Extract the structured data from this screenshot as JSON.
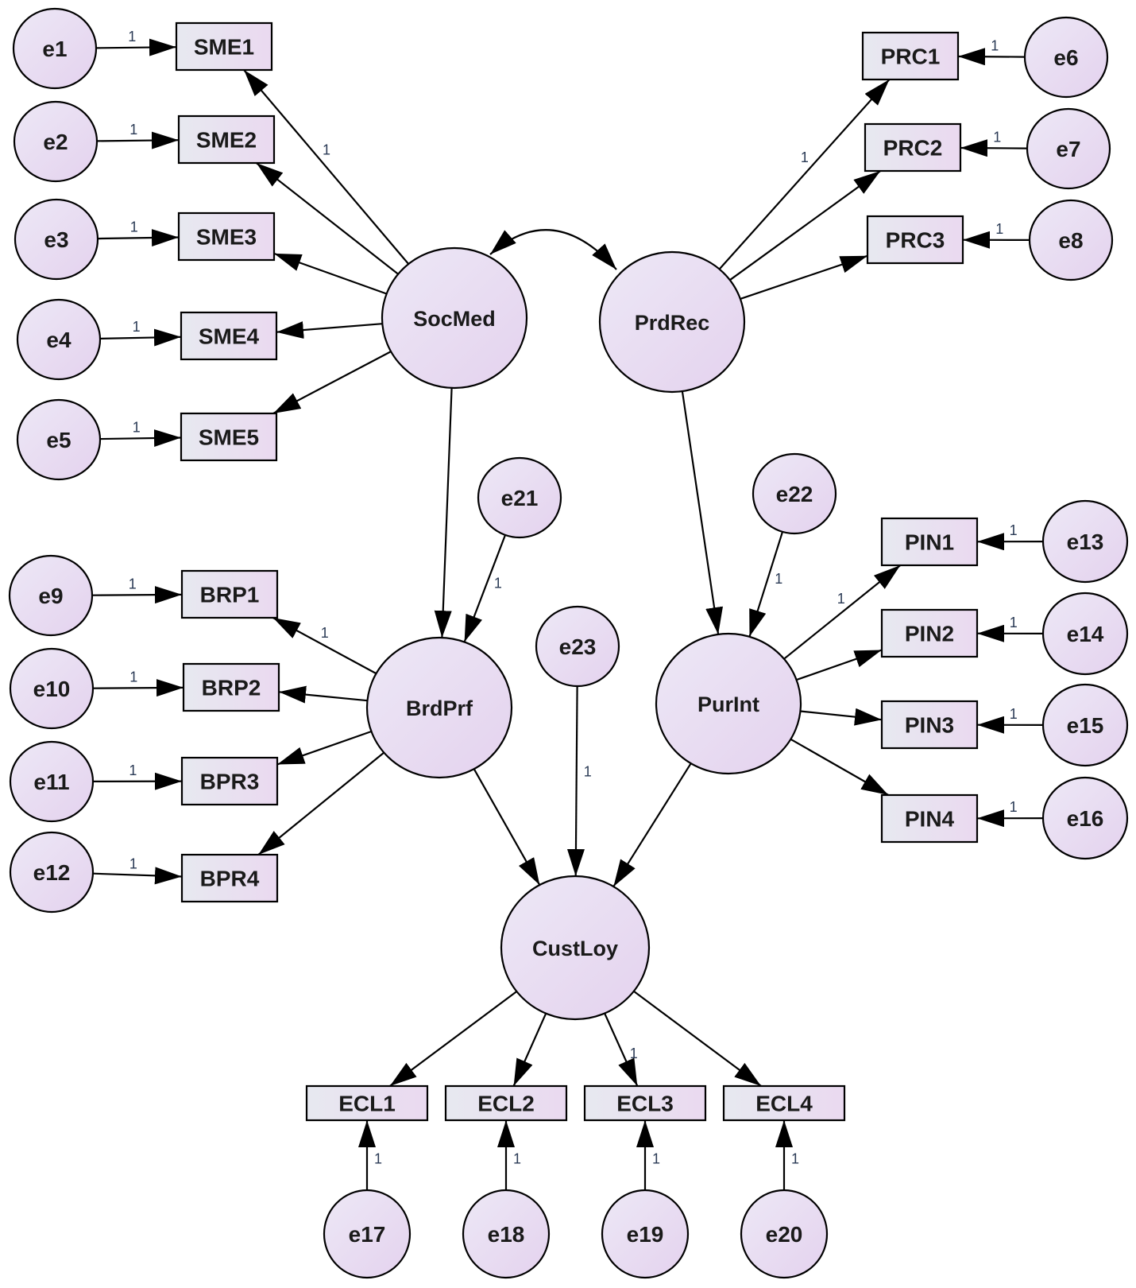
{
  "diagram": {
    "latents": [
      {
        "id": "SocMed",
        "label": "SocMed"
      },
      {
        "id": "PrdRec",
        "label": "PrdRec"
      },
      {
        "id": "BrdPrf",
        "label": "BrdPrf"
      },
      {
        "id": "PurInt",
        "label": "PurInt"
      },
      {
        "id": "CustLoy",
        "label": "CustLoy"
      }
    ],
    "observed": [
      {
        "id": "SME1",
        "label": "SME1"
      },
      {
        "id": "SME2",
        "label": "SME2"
      },
      {
        "id": "SME3",
        "label": "SME3"
      },
      {
        "id": "SME4",
        "label": "SME4"
      },
      {
        "id": "SME5",
        "label": "SME5"
      },
      {
        "id": "PRC1",
        "label": "PRC1"
      },
      {
        "id": "PRC2",
        "label": "PRC2"
      },
      {
        "id": "PRC3",
        "label": "PRC3"
      },
      {
        "id": "BRP1",
        "label": "BRP1"
      },
      {
        "id": "BRP2",
        "label": "BRP2"
      },
      {
        "id": "BPR3",
        "label": "BPR3"
      },
      {
        "id": "BPR4",
        "label": "BPR4"
      },
      {
        "id": "PIN1",
        "label": "PIN1"
      },
      {
        "id": "PIN2",
        "label": "PIN2"
      },
      {
        "id": "PIN3",
        "label": "PIN3"
      },
      {
        "id": "PIN4",
        "label": "PIN4"
      },
      {
        "id": "ECL1",
        "label": "ECL1"
      },
      {
        "id": "ECL2",
        "label": "ECL2"
      },
      {
        "id": "ECL3",
        "label": "ECL3"
      },
      {
        "id": "ECL4",
        "label": "ECL4"
      }
    ],
    "errors": [
      {
        "id": "e1",
        "label": "e1"
      },
      {
        "id": "e2",
        "label": "e2"
      },
      {
        "id": "e3",
        "label": "e3"
      },
      {
        "id": "e4",
        "label": "e4"
      },
      {
        "id": "e5",
        "label": "e5"
      },
      {
        "id": "e6",
        "label": "e6"
      },
      {
        "id": "e7",
        "label": "e7"
      },
      {
        "id": "e8",
        "label": "e8"
      },
      {
        "id": "e9",
        "label": "e9"
      },
      {
        "id": "e10",
        "label": "e10"
      },
      {
        "id": "e11",
        "label": "e11"
      },
      {
        "id": "e12",
        "label": "e12"
      },
      {
        "id": "e13",
        "label": "e13"
      },
      {
        "id": "e14",
        "label": "e14"
      },
      {
        "id": "e15",
        "label": "e15"
      },
      {
        "id": "e16",
        "label": "e16"
      },
      {
        "id": "e17",
        "label": "e17"
      },
      {
        "id": "e18",
        "label": "e18"
      },
      {
        "id": "e19",
        "label": "e19"
      },
      {
        "id": "e20",
        "label": "e20"
      },
      {
        "id": "e21",
        "label": "e21"
      },
      {
        "id": "e22",
        "label": "e22"
      },
      {
        "id": "e23",
        "label": "e23"
      }
    ],
    "paths": [
      {
        "from": "e1",
        "to": "SME1",
        "weight": "1"
      },
      {
        "from": "e2",
        "to": "SME2",
        "weight": "1"
      },
      {
        "from": "e3",
        "to": "SME3",
        "weight": "1"
      },
      {
        "from": "e4",
        "to": "SME4",
        "weight": "1"
      },
      {
        "from": "e5",
        "to": "SME5",
        "weight": "1"
      },
      {
        "from": "e6",
        "to": "PRC1",
        "weight": "1"
      },
      {
        "from": "e7",
        "to": "PRC2",
        "weight": "1"
      },
      {
        "from": "e8",
        "to": "PRC3",
        "weight": "1"
      },
      {
        "from": "e9",
        "to": "BRP1",
        "weight": "1"
      },
      {
        "from": "e10",
        "to": "BRP2",
        "weight": "1"
      },
      {
        "from": "e11",
        "to": "BPR3",
        "weight": "1"
      },
      {
        "from": "e12",
        "to": "BPR4",
        "weight": "1"
      },
      {
        "from": "e13",
        "to": "PIN1",
        "weight": "1"
      },
      {
        "from": "e14",
        "to": "PIN2",
        "weight": "1"
      },
      {
        "from": "e15",
        "to": "PIN3",
        "weight": "1"
      },
      {
        "from": "e16",
        "to": "PIN4",
        "weight": "1"
      },
      {
        "from": "e17",
        "to": "ECL1",
        "weight": "1"
      },
      {
        "from": "e18",
        "to": "ECL2",
        "weight": "1"
      },
      {
        "from": "e19",
        "to": "ECL3",
        "weight": "1"
      },
      {
        "from": "e20",
        "to": "ECL4",
        "weight": "1"
      },
      {
        "from": "e21",
        "to": "BrdPrf",
        "weight": "1"
      },
      {
        "from": "e22",
        "to": "PurInt",
        "weight": "1"
      },
      {
        "from": "e23",
        "to": "CustLoy",
        "weight": "1"
      },
      {
        "from": "SocMed",
        "to": "SME1",
        "weight": "1"
      },
      {
        "from": "SocMed",
        "to": "SME2",
        "weight": ""
      },
      {
        "from": "SocMed",
        "to": "SME3",
        "weight": ""
      },
      {
        "from": "SocMed",
        "to": "SME4",
        "weight": ""
      },
      {
        "from": "SocMed",
        "to": "SME5",
        "weight": ""
      },
      {
        "from": "PrdRec",
        "to": "PRC1",
        "weight": "1"
      },
      {
        "from": "PrdRec",
        "to": "PRC2",
        "weight": ""
      },
      {
        "from": "PrdRec",
        "to": "PRC3",
        "weight": ""
      },
      {
        "from": "BrdPrf",
        "to": "BRP1",
        "weight": "1"
      },
      {
        "from": "BrdPrf",
        "to": "BRP2",
        "weight": ""
      },
      {
        "from": "BrdPrf",
        "to": "BPR3",
        "weight": ""
      },
      {
        "from": "BrdPrf",
        "to": "BPR4",
        "weight": ""
      },
      {
        "from": "PurInt",
        "to": "PIN1",
        "weight": "1"
      },
      {
        "from": "PurInt",
        "to": "PIN2",
        "weight": ""
      },
      {
        "from": "PurInt",
        "to": "PIN3",
        "weight": ""
      },
      {
        "from": "PurInt",
        "to": "PIN4",
        "weight": ""
      },
      {
        "from": "CustLoy",
        "to": "ECL1",
        "weight": ""
      },
      {
        "from": "CustLoy",
        "to": "ECL2",
        "weight": ""
      },
      {
        "from": "CustLoy",
        "to": "ECL3",
        "weight": "1"
      },
      {
        "from": "CustLoy",
        "to": "ECL4",
        "weight": ""
      },
      {
        "from": "SocMed",
        "to": "BrdPrf",
        "weight": ""
      },
      {
        "from": "PrdRec",
        "to": "PurInt",
        "weight": ""
      },
      {
        "from": "BrdPrf",
        "to": "CustLoy",
        "weight": ""
      },
      {
        "from": "PurInt",
        "to": "CustLoy",
        "weight": ""
      }
    ],
    "covariances": [
      {
        "between": [
          "SocMed",
          "PrdRec"
        ]
      }
    ],
    "colors": {
      "ellipse_fill_top": "#ede8f6",
      "ellipse_fill_bottom": "#e4d2ee",
      "rect_fill_top": "#e7e9f0",
      "rect_fill_bottom": "#ead9f0",
      "stroke": "#000000",
      "weight_label": "#2a3a55"
    }
  }
}
